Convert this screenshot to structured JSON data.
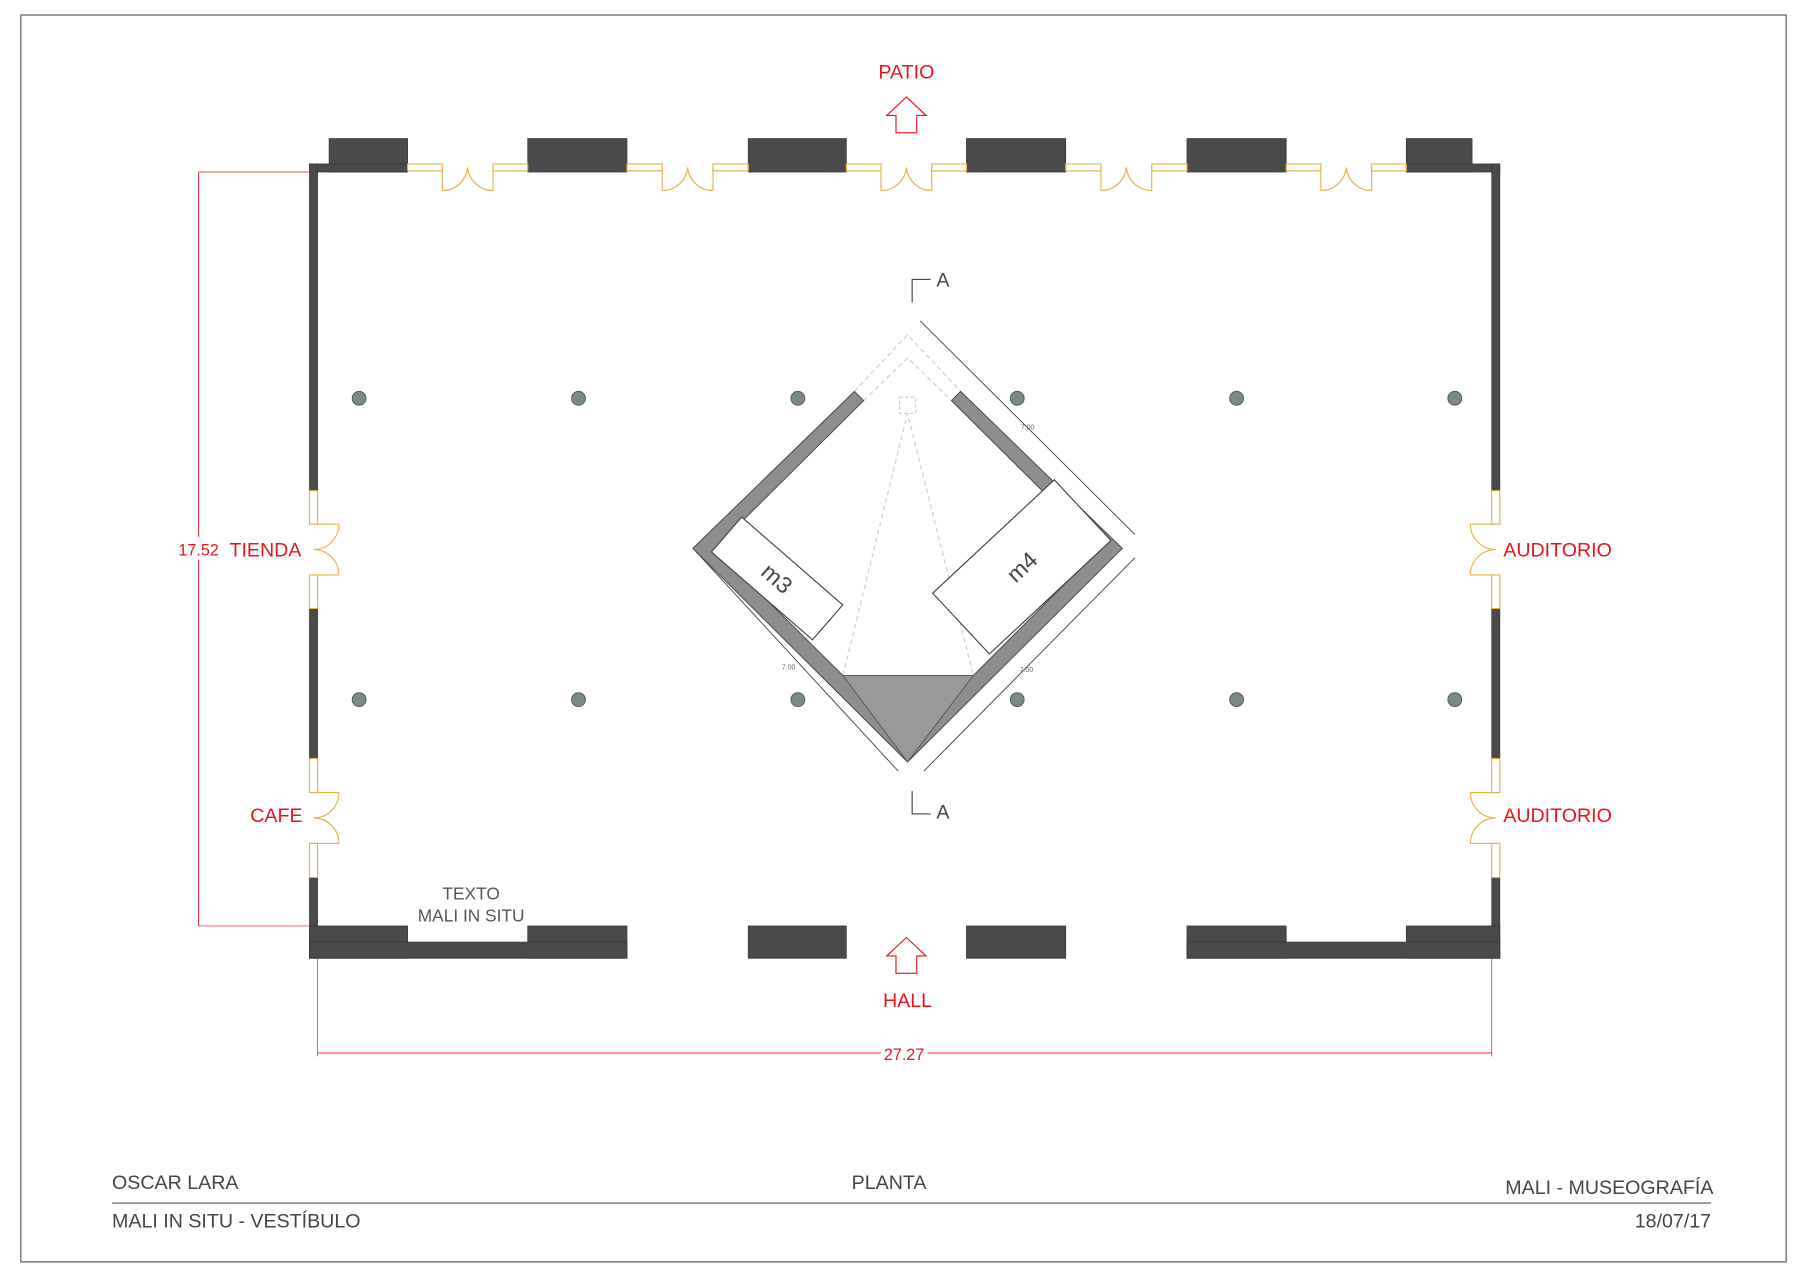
{
  "drawing": {
    "labels": {
      "patio": "PATIO",
      "hall": "HALL",
      "tienda": "TIENDA",
      "cafe": "CAFE",
      "auditorio_1": "AUDITORIO",
      "auditorio_2": "AUDITORIO",
      "texto_1": "TEXTO",
      "texto_2": "MALI IN SITU",
      "section_top": "A",
      "section_bottom": "A",
      "module_m3": "m3",
      "module_m4": "m4"
    },
    "dimensions": {
      "height": "17.52",
      "width": "27.27",
      "side_1": "7.00",
      "side_2": "7.00",
      "side_3": "7.00"
    },
    "colors": {
      "accent": "#e8141b",
      "wall": "#4a4a4a",
      "door": "#e8b24a",
      "column": "#7a8a85"
    }
  },
  "title_block": {
    "author": "OSCAR LARA",
    "view": "PLANTA",
    "project": "MALI - MUSEOGRAFÍA",
    "subtitle": "MALI IN SITU -  VESTÍBULO",
    "date": "18/07/17"
  }
}
